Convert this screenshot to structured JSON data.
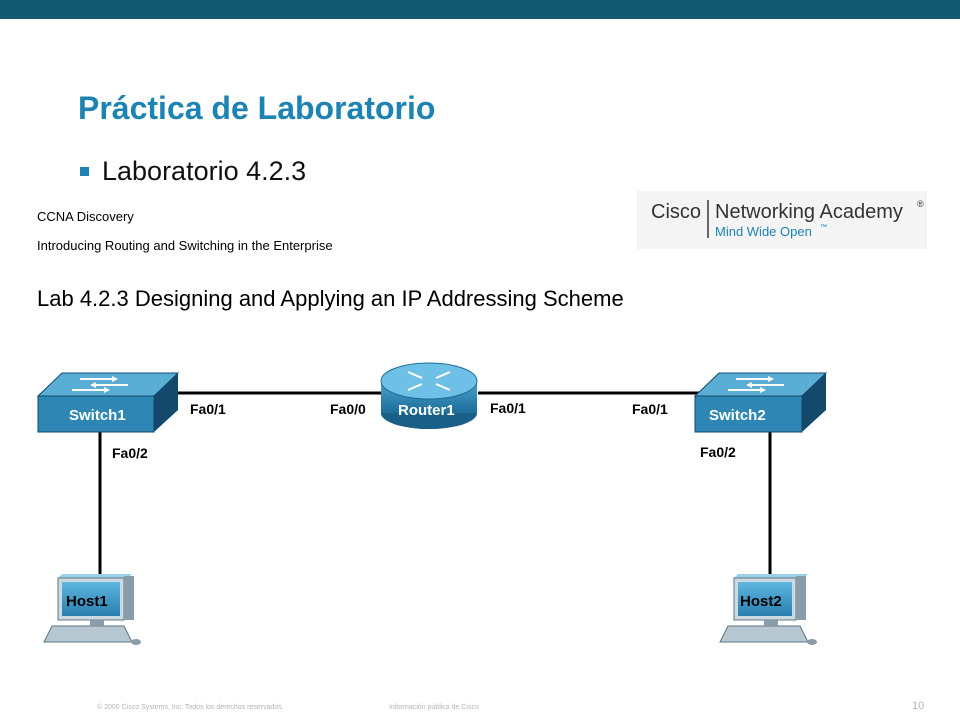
{
  "slide": {
    "title": "Práctica de Laboratorio",
    "bullet": "Laboratorio 4.2.3",
    "page_number": "10"
  },
  "document": {
    "course": "CCNA Discovery",
    "module": "Introducing Routing and Switching in the Enterprise",
    "lab_title": "Lab 4.2.3 Designing and Applying an IP Addressing Scheme"
  },
  "logo": {
    "brand": "Cisco",
    "academy": "Networking Academy",
    "registered": "®",
    "tagline": "Mind Wide Open",
    "trademark": "™"
  },
  "topology": {
    "devices": {
      "switch1": "Switch1",
      "router1": "Router1",
      "switch2": "Switch2",
      "host1": "Host1",
      "host2": "Host2"
    },
    "ports": {
      "switch1_fa01": "Fa0/1",
      "switch1_fa02": "Fa0/2",
      "router1_fa00": "Fa0/0",
      "router1_fa01": "Fa0/1",
      "switch2_fa01": "Fa0/1",
      "switch2_fa02": "Fa0/2"
    }
  },
  "footer": {
    "copyright": "© 2006 Cisco Systems, Inc. Todos los derechos reservados.",
    "info": "Información pública de Cisco"
  },
  "colors": {
    "top_bar": "#10596f",
    "title_blue": "#1c83b2",
    "device_body": "#2e86b4",
    "device_dark": "#134a6c",
    "link": "#000000"
  }
}
